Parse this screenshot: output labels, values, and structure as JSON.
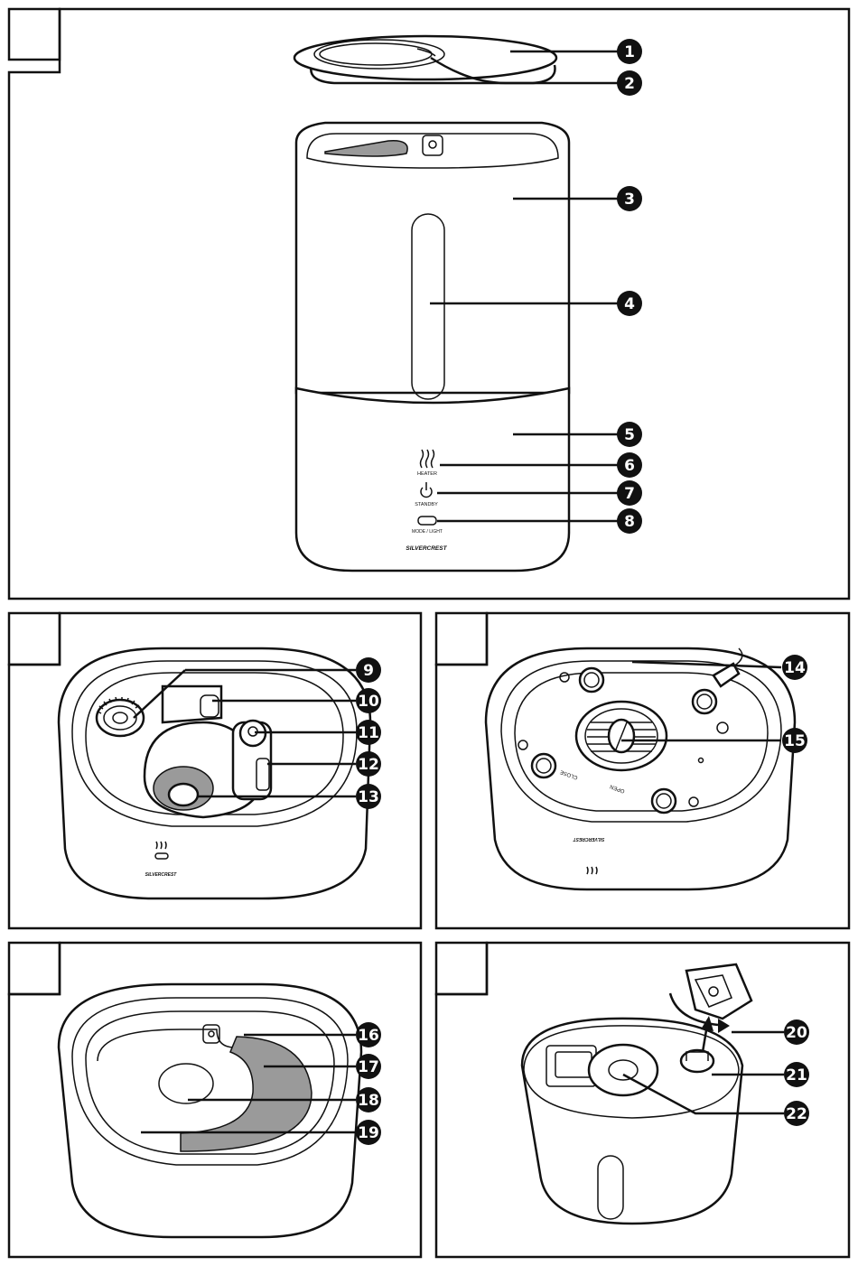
{
  "brand": "SILVERCREST",
  "panel_a": {
    "heater_label": "HEATER",
    "standby_label": "STANDBY",
    "mode_label": "MODE / LIGHT"
  },
  "panel_c": {
    "close_label": "CLOSE",
    "open_label": "OPEN"
  },
  "callouts": [
    "1",
    "2",
    "3",
    "4",
    "5",
    "6",
    "7",
    "8",
    "9",
    "10",
    "11",
    "12",
    "13",
    "14",
    "15",
    "16",
    "17",
    "18",
    "19",
    "20",
    "21",
    "22"
  ]
}
